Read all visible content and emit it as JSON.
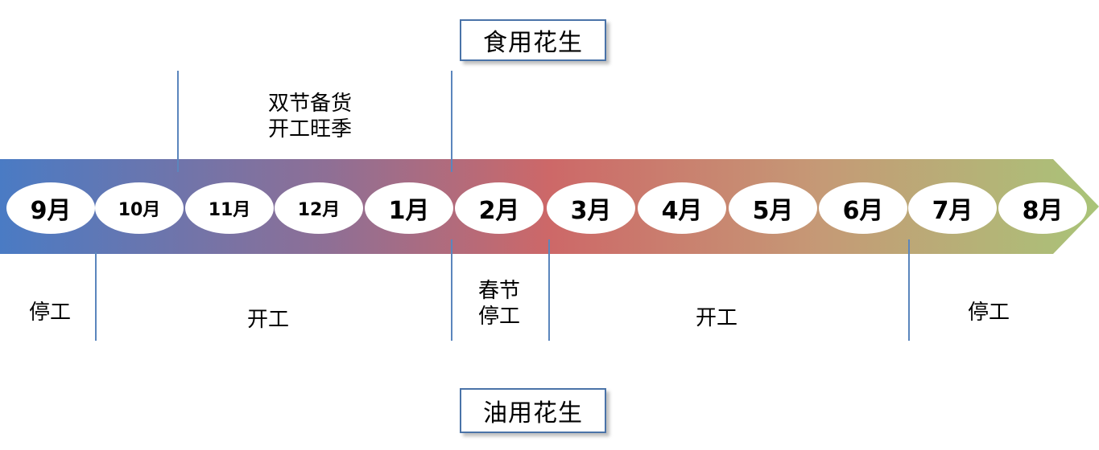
{
  "top_label": "食用花生",
  "bottom_label": "油用花生",
  "months": [
    "9月",
    "10月",
    "11月",
    "12月",
    "1月",
    "2月",
    "3月",
    "4月",
    "5月",
    "6月",
    "7月",
    "8月"
  ],
  "upper_note": {
    "line1": "双节备货",
    "line2": "开工旺季"
  },
  "periods": [
    {
      "line1": "停工",
      "line2": ""
    },
    {
      "line1": "开工",
      "line2": ""
    },
    {
      "line1": "春节",
      "line2": "停工"
    },
    {
      "line1": "开工",
      "line2": ""
    },
    {
      "line1": "停工",
      "line2": ""
    }
  ],
  "colors": {
    "arrow_start": "#4a7bc4",
    "arrow_mid1": "#8f6f95",
    "arrow_mid2": "#cd6868",
    "arrow_mid3": "#c59a76",
    "arrow_end": "#a9c478",
    "divider": "#5b86bd",
    "box_border": "#4a73a8"
  }
}
